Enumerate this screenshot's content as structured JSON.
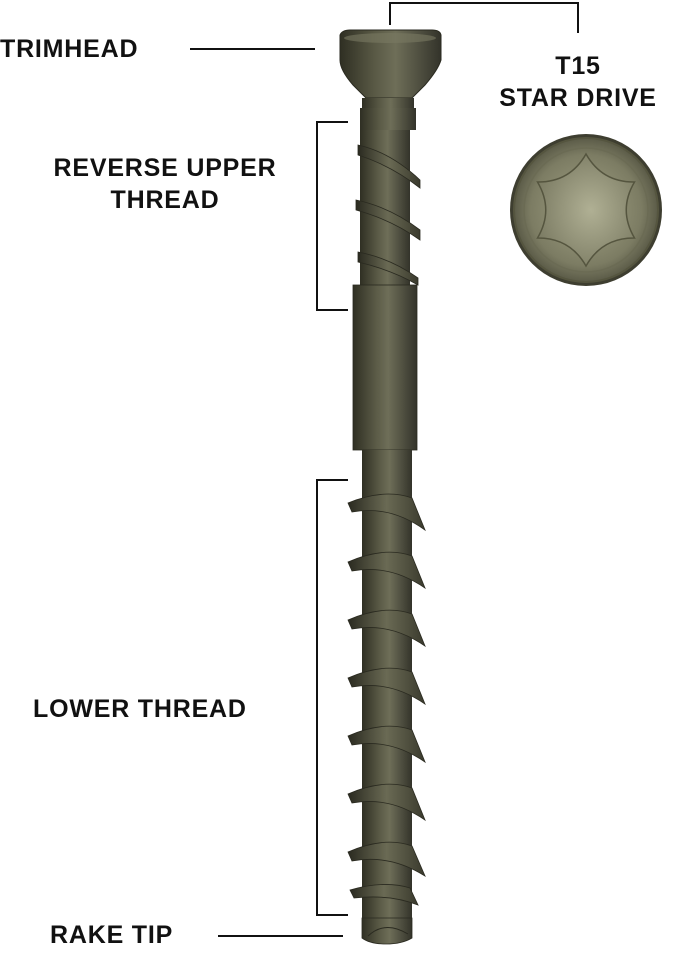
{
  "labels": {
    "trimhead": "TRIMHEAD",
    "drive_line1": "T15",
    "drive_line2": "STAR DRIVE",
    "upper_line1": "REVERSE UPPER",
    "upper_line2": "THREAD",
    "lower": "LOWER THREAD",
    "tip": "RAKE TIP"
  },
  "colors": {
    "screw_body": "#4a4a38",
    "screw_highlight": "#6e6e58",
    "screw_shadow": "#2f2f23",
    "drive_face": "#8a8a70",
    "lines": "#111111"
  },
  "icons": {
    "screw": "trim-screw-illustration",
    "drive": "torx-star-icon"
  }
}
